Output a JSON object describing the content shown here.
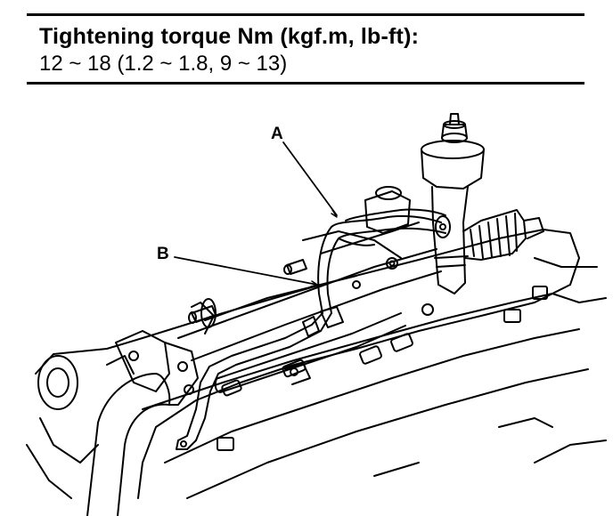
{
  "spec": {
    "title": "Tightening torque Nm (kgf.m, lb-ft):",
    "value": "12 ~ 18 (1.2 ~ 1.8, 9 ~ 13)"
  },
  "callouts": {
    "a": "A",
    "b": "B"
  },
  "colors": {
    "ink": "#000000",
    "paper": "#ffffff"
  }
}
